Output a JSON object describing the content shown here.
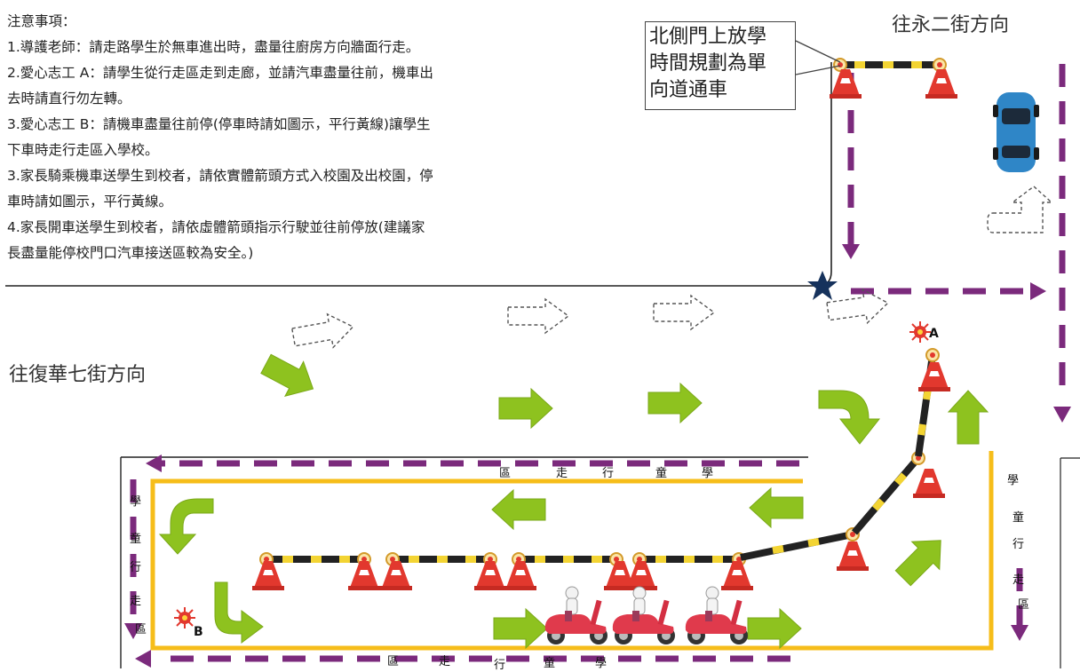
{
  "notes": {
    "heading": "注意事項：",
    "lines": [
      "1.導護老師：請走路學生於無車進出時，盡量往廚房方向牆面行走。",
      "2.愛心志工 A：請學生從行走區走到走廊，並請汽車盡量往前，機車出",
      "去時請直行勿左轉。",
      "3.愛心志工 B：請機車盡量往前停(停車時請如圖示，平行黃線)讓學生",
      "下車時走行走區入學校。",
      "3.家長騎乘機車送學生到校者，請依實體箭頭方式入校園及出校園，停",
      "車時請如圖示，平行黃線。",
      "4.家長開車送學生到校者，請依虛體箭頭指示行駛並往前停放(建議家",
      "長盡量能停校門口汽車接送區較為安全。)"
    ]
  },
  "streets": {
    "yong_er": "往永二街方向",
    "fu_hua_qi": "往復華七街方向"
  },
  "callout": {
    "lines": [
      "北側門上放學",
      "時間規劃為單",
      "向道通車"
    ]
  },
  "walk_zone": {
    "top_label": [
      "區",
      "走",
      "行",
      "童",
      "學"
    ],
    "bottom_label": [
      "區",
      "走",
      "行",
      "童",
      "學"
    ],
    "left_label": [
      "學",
      "童",
      "行",
      "走",
      "區"
    ],
    "right_label": [
      "學",
      "童",
      "行",
      "走",
      "區"
    ]
  },
  "points": {
    "a": "A",
    "b": "B"
  },
  "colors": {
    "arrow_green": "#8ec21f",
    "dashed_purple": "#7b2a7c",
    "walk_yellow": "#f6bd1a",
    "cone_red": "#e2382e",
    "barrier_black": "#222222",
    "barrier_yellow": "#f3d433",
    "star_navy": "#16325c",
    "car_blue": "#2f86c7"
  },
  "icons": [
    "star-icon",
    "sun-marker-icon",
    "traffic-cone-icon",
    "car-icon",
    "scooter-icon",
    "arrow-icon"
  ]
}
